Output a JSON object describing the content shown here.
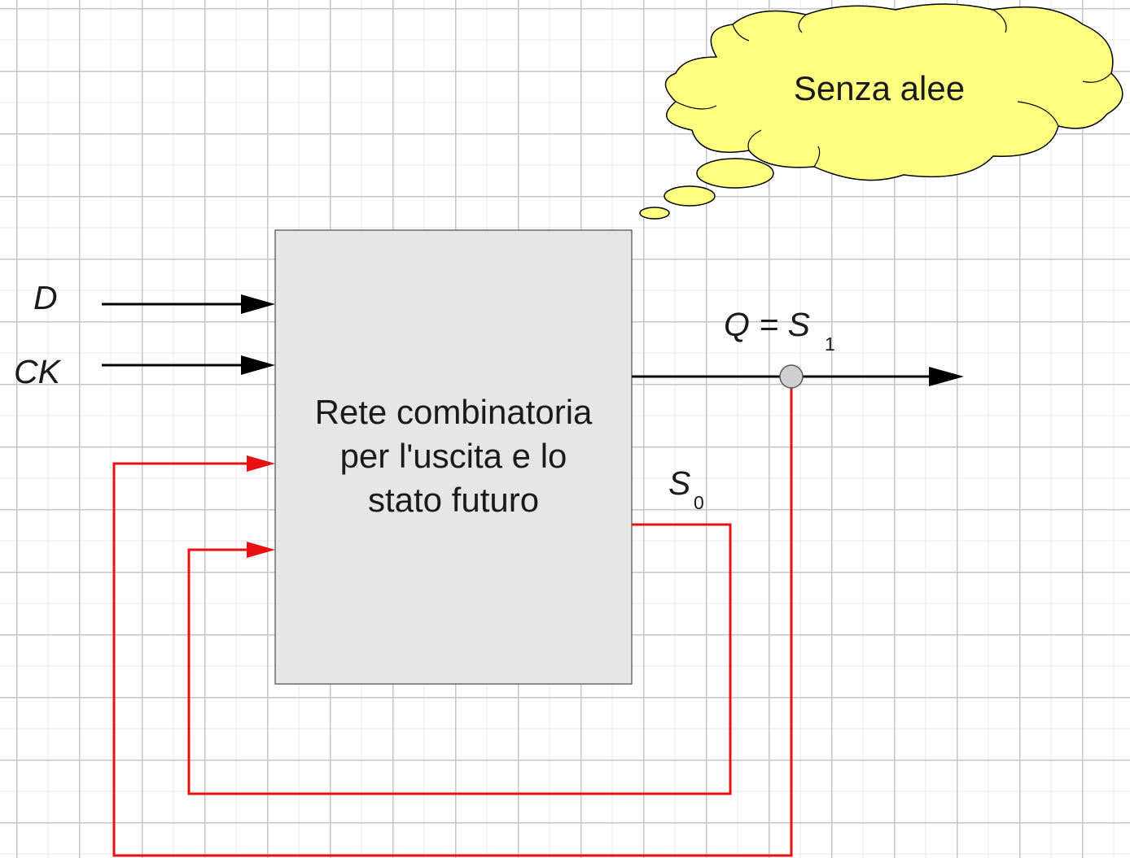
{
  "block": {
    "lines": [
      "Rete combinatoria",
      "per l'uscita e lo",
      "stato futuro"
    ]
  },
  "inputs": {
    "d": "D",
    "ck": "CK"
  },
  "output": {
    "label": "Q = S",
    "subscript": "1"
  },
  "feedback": {
    "label": "S",
    "subscript": "0"
  },
  "cloud": {
    "text": "Senza alee"
  },
  "colors": {
    "block_fill": "#e6e6e6",
    "cloud_fill": "#ffff80",
    "feedback_wire": "#e81010",
    "signal_wire": "#000000",
    "junction": "#cfcfcf"
  }
}
